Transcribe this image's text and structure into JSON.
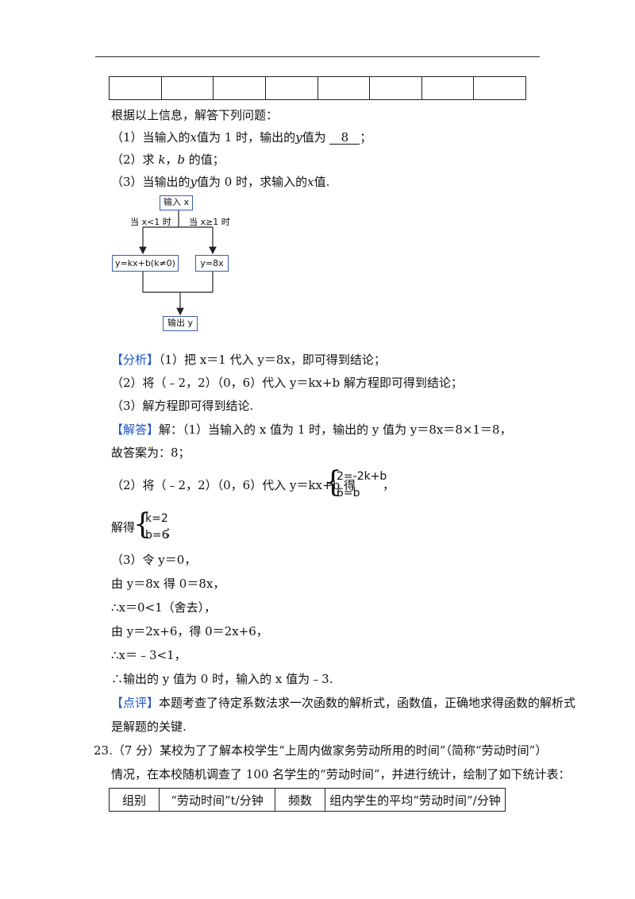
{
  "top_table_columns": 8,
  "intro": "根据以上信息，解答下列问题：",
  "q1": {
    "prefix": "（1）当输入的",
    "x": "x",
    "mid1": "值为 1 时，输出的",
    "y": "y",
    "mid2": "值为",
    "answer": "8",
    "suffix": "；"
  },
  "q2": {
    "text": "（2）求 ",
    "k": "k",
    "comma": "，",
    "b": "b",
    "suffix": " 的值；"
  },
  "q3": {
    "prefix": "（3）当输出的",
    "y": "y",
    "mid": "值为 0 时，求输入的",
    "x": "x",
    "suffix": "值."
  },
  "flowchart": {
    "input": "输入 x",
    "branch_left": "当 x<1 时",
    "branch_right": "当 x≥1 时",
    "left_formula": "y=kx+b(k≠0)",
    "right_formula": "y=8x",
    "output": "输出 y"
  },
  "analysis": {
    "tag": "【分析】",
    "l1": "（1）把 x＝1 代入 y＝8x，即可得到结论；",
    "l2": "（2）将（﹣2，2）（0，6）代入 y＝kx+b 解方程即可得到结论；",
    "l3": "（3）解方程即可得到结论."
  },
  "solution": {
    "tag": "【解答】",
    "l1": "解：（1）当输入的 x 值为 1 时，输出的 y 值为 y＝8x＝8×1＝8，",
    "l2": "故答案为：8；",
    "l3": "（2）将（﹣2，2）（0，6）代入 y＝kx+b 得",
    "l3_end": "，",
    "sys1_a": "2=-2k+b",
    "sys1_b": "6=b",
    "l4": "解得",
    "l4_end": "；",
    "sys2_a": "k=2",
    "sys2_b": "b=6",
    "l5": "（3）令 y＝0，",
    "l6": "由 y＝8x 得 0＝8x，",
    "l7": "∴x＝0<1（舍去），",
    "l8": "由 y＝2x+6，得 0＝2x+6，",
    "l9": "∴x＝﹣3<1，",
    "l10": "∴输出的 y 值为 0 时，输入的 x 值为﹣3."
  },
  "comment": {
    "tag": "【点评】",
    "l1": "本题考查了待定系数法求一次函数的解析式，函数值，正确地求得函数的解析式",
    "l2": "是解题的关键."
  },
  "q23": {
    "l1": "23.（7 分）某校为了了解本校学生“上周内做家务劳动所用的时间”（简称“劳动时间”）",
    "l2": "情况，在本校随机调查了 100 名学生的“劳动时间”，并进行统计，绘制了如下统计表："
  },
  "table2_headers": [
    "组别",
    "“劳动时间”t/分钟",
    "频数",
    "组内学生的平均“劳动时间”/分钟"
  ],
  "colors": {
    "accent_blue": "#1a55c8",
    "flow_border": "#3a5fa8"
  }
}
